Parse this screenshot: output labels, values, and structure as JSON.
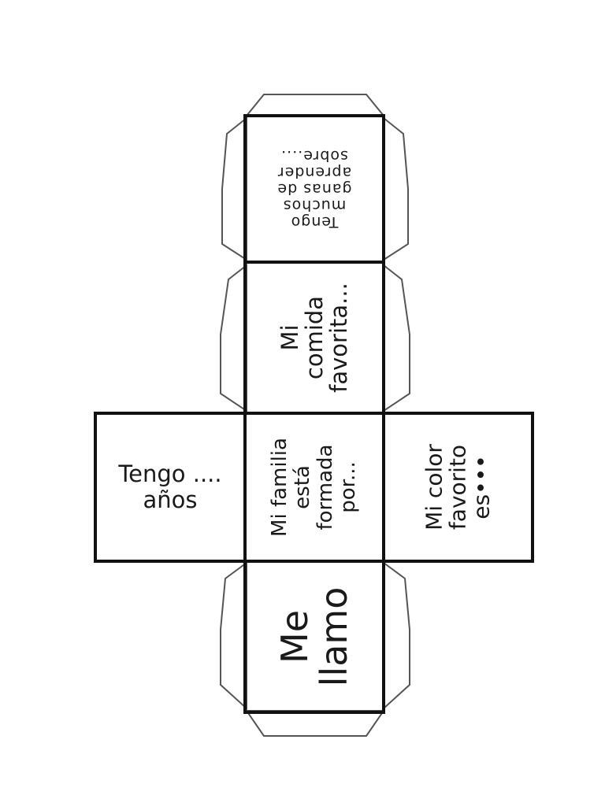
{
  "colors": {
    "line": "#111111",
    "background": "#ffffff",
    "text": "#1a1a1a"
  },
  "faces": {
    "top": {
      "lines": [
        "Tengo",
        "muchos",
        "ganas de",
        "aprender",
        "sobre...."
      ]
    },
    "upper": {
      "lines": [
        "Mi",
        "comida",
        "favorita..."
      ]
    },
    "left": {
      "lines": [
        "Tengo ....",
        "años"
      ]
    },
    "center": {
      "lines": [
        "Mi familia",
        "está",
        "formada",
        "por..."
      ]
    },
    "right": {
      "lines": [
        "Mi color",
        "favorito",
        "es•••"
      ]
    },
    "bottom": {
      "lines": [
        "Me",
        "llamo"
      ]
    }
  }
}
